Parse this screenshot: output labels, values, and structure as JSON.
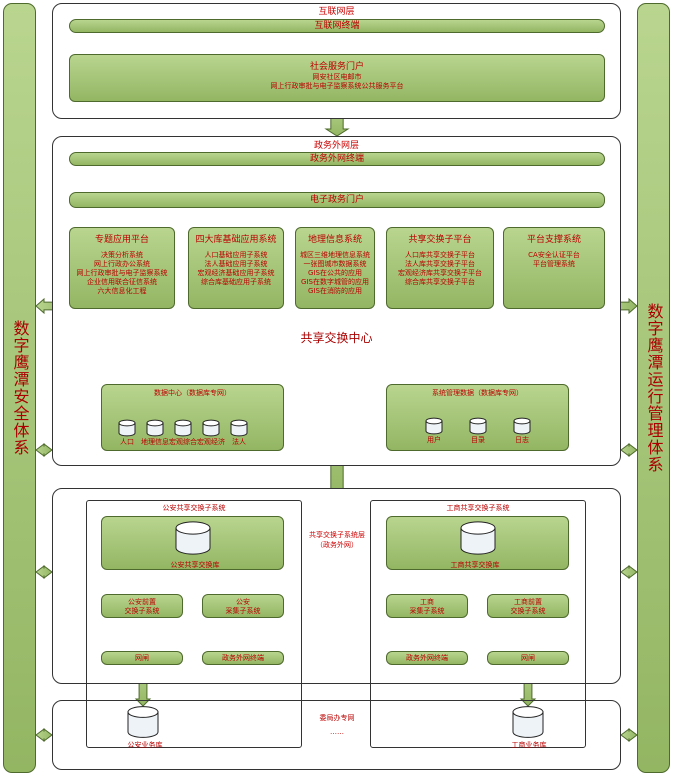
{
  "side": {
    "left": "数字鹰潭安全体系",
    "right": "数字鹰潭运行管理体系"
  },
  "internet": {
    "title": "互联网层",
    "terminal": "互联网终端",
    "portal": {
      "title": "社会服务门户",
      "line1": "网安社区电邮市",
      "line2": "网上行政审批与电子监察系统公共服务平台"
    }
  },
  "gov_ext": {
    "title": "政务外网层",
    "terminal": "政务外网终端",
    "portal": "电子政务门户",
    "apps": [
      {
        "title": "专题应用平台",
        "lines": [
          "决策分析系统",
          "网上行政办公系统",
          "网上行政审批与电子监察系统",
          "企业信用联合征信系统",
          "六大信息化工程"
        ]
      },
      {
        "title": "四大库基础应用系统",
        "lines": [
          "人口基础应用子系统",
          "法人基础应用子系统",
          "宏观经济基础应用子系统",
          "综合库基础应用子系统"
        ]
      },
      {
        "title": "地理信息系统",
        "lines": [
          "城区三维地理信息系统",
          "一张图城市数据系统",
          "GIS在公共的应用",
          "GIS在数字城管的应用",
          "GIS在消防的应用"
        ]
      },
      {
        "title": "共享交换子平台",
        "lines": [
          "人口库共享交换子平台",
          "法人库共享交换子平台",
          "宏观经济库共享交换子平台",
          "综合库共享交换子平台"
        ]
      },
      {
        "title": "平台支撑系统",
        "lines": [
          "CA安全认证平台",
          "平台管理系统"
        ]
      }
    ],
    "exchange": "共享交换中心",
    "data_center": {
      "title": "数据中心（数据库专网）",
      "dbs": [
        "人口",
        "地理信息",
        "宏观综合",
        "宏观经济",
        "法人"
      ]
    },
    "sys_mgmt": {
      "title": "系统管理数据（数据库专网）",
      "dbs": [
        "用户",
        "目录",
        "日志"
      ]
    }
  },
  "subsys_layer": {
    "label1": "共享交换子系统层",
    "label2": "（政务外网）",
    "police": {
      "title": "公安共享交换子系统",
      "db": "公安共享交换库",
      "left_box1": "公安前置",
      "left_box2": "交换子系统",
      "right_box1": "公安",
      "right_box2": "采集子系统",
      "left_term": "网闸",
      "right_term": "政务外网终端",
      "bottom_db": "公安业务库"
    },
    "commerce": {
      "title": "工商共享交换子系统",
      "db": "工商共享交换库",
      "left_box1": "工商",
      "left_box2": "采集子系统",
      "right_box1": "工商前置",
      "right_box2": "交换子系统",
      "left_term": "政务外网终端",
      "right_term": "网闸",
      "bottom_db": "工商业务库"
    },
    "bottom_label": "委局办专网",
    "dots": "……"
  }
}
